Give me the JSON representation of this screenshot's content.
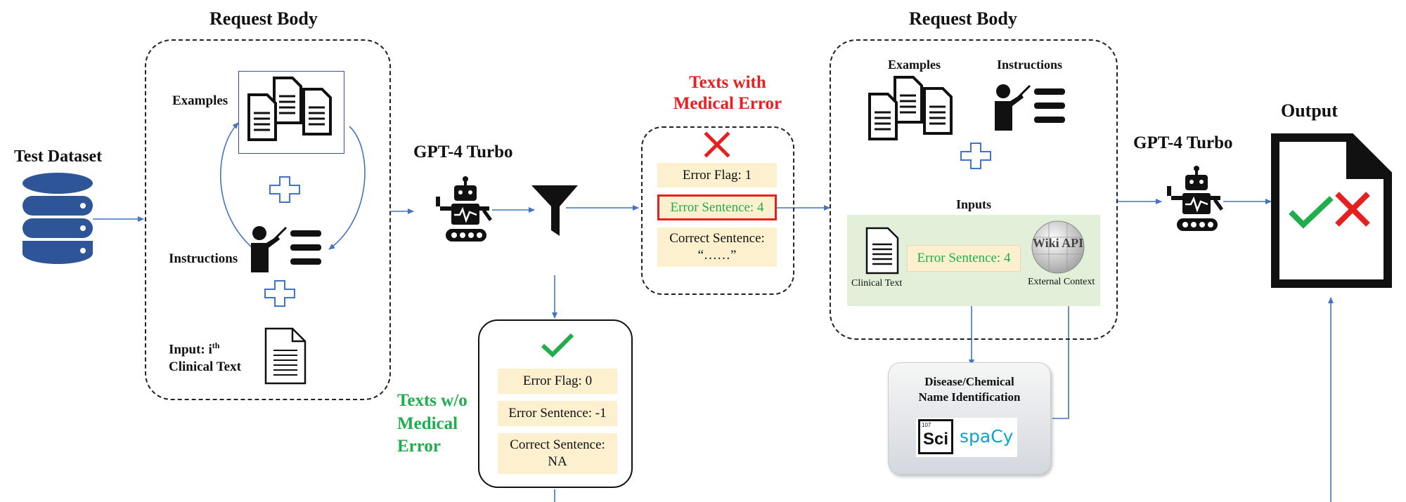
{
  "left_request": {
    "title": "Request Body",
    "examples_label": "Examples",
    "instructions_label": "Instructions",
    "input_label_prefix": "Input: i",
    "input_label_sup": "th",
    "input_label_line2": "Clinical Text"
  },
  "test_dataset_label": "Test Dataset",
  "gpt_label_1": "GPT-4 Turbo",
  "gpt_label_2": "GPT-4 Turbo",
  "texts_with_error": {
    "title_line1": "Texts with",
    "title_line2": "Medical Error",
    "error_flag": "Error Flag: 1",
    "error_sentence": "Error Sentence: 4",
    "correct_sentence_line1": "Correct Sentence:",
    "correct_sentence_line2": "“……”"
  },
  "texts_without_error": {
    "title_line1": "Texts w/o",
    "title_line2": "Medical",
    "title_line3": "Error",
    "error_flag": "Error Flag: 0",
    "error_sentence": "Error Sentence: -1",
    "correct_sentence_line1": "Correct Sentence:",
    "correct_sentence_line2": "NA"
  },
  "right_request": {
    "title": "Request Body",
    "examples_label": "Examples",
    "instructions_label": "Instructions",
    "inputs_label": "Inputs",
    "clinical_text_label": "Clinical Text",
    "error_sentence": "Error Sentence: 4",
    "external_context_label": "External Context",
    "wiki_text": "Wiki API"
  },
  "ner_box": {
    "title_line1": "Disease/Chemical",
    "title_line2": "Name Identification",
    "sci_text": "Sci",
    "sci_small": "107",
    "spacy_text": "spaCy"
  },
  "output_label": "Output",
  "colors": {
    "arrow": "#4472c4",
    "red": "#e81f1f",
    "green": "#1fae4b",
    "tile": "#fdf0cf",
    "inputs_panel": "#e2efd9",
    "database": "#2e5597",
    "spacy_blue": "#09a3d5"
  }
}
